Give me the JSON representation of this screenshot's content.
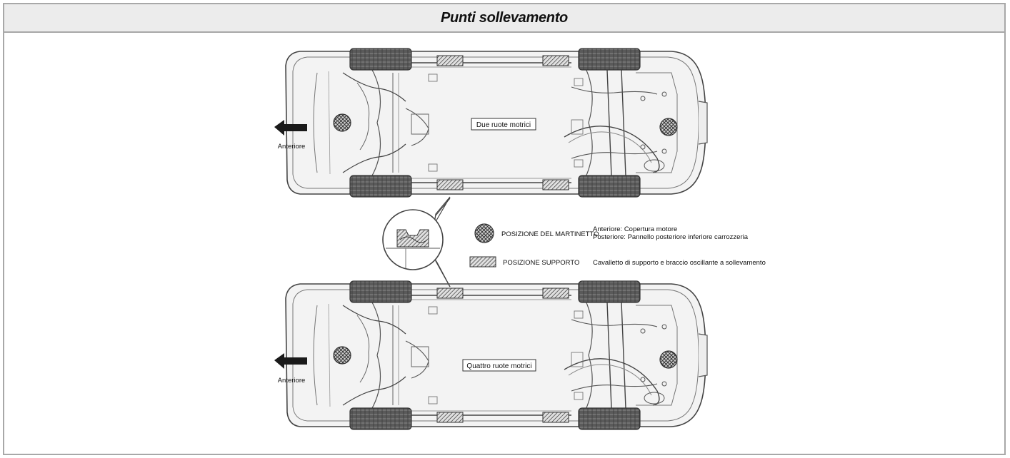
{
  "title": "Punti sollevamento",
  "cars": [
    {
      "label": "Due ruote motrici",
      "front_label": "Anteriore"
    },
    {
      "label": "Quattro ruote motrici",
      "front_label": "Anteriore"
    }
  ],
  "legend": {
    "jack": {
      "label": "POSIZIONE DEL MARTINETTO",
      "desc_line1": "Anteriore: Copertura motore",
      "desc_line2": "Posteriore: Pannello posteriore inferiore carrozzeria"
    },
    "support": {
      "label": "POSIZIONE SUPPORTO",
      "desc": "Cavalletto di supporto e braccio oscillante a sollevamento"
    }
  },
  "colors": {
    "border": "#a8a8a8",
    "title_bg": "#ececec",
    "body_fill": "#f2f2f2",
    "outline": "#444444",
    "tire": "#555555",
    "arrow": "#1a1a1a"
  },
  "icons": {
    "front_arrow": "arrow-left-icon",
    "jack_point": "crosshatch-circle-icon",
    "support_point": "hatched-rectangle-icon"
  }
}
